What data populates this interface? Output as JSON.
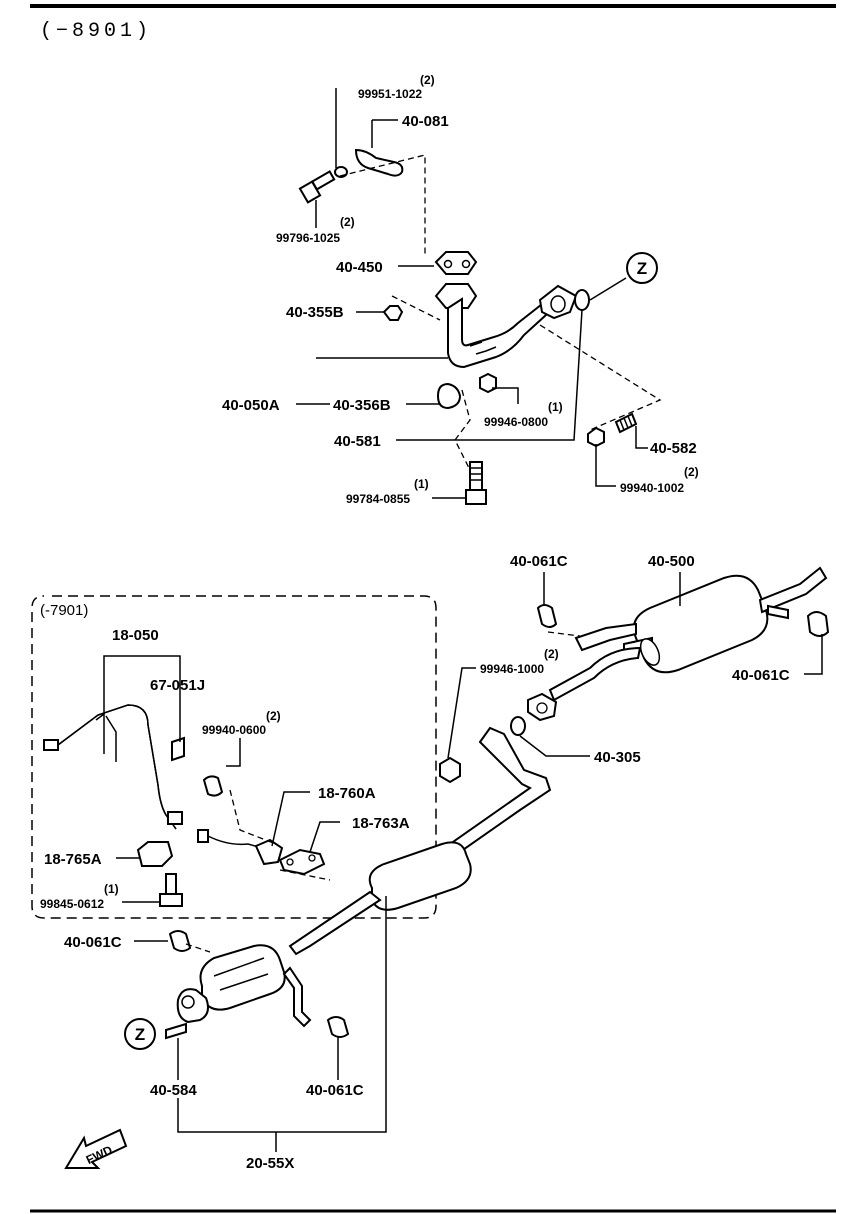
{
  "header": "(−8901)",
  "upper_group": {
    "labels": {
      "p40081": "40-081",
      "p99951": "99951-1022",
      "p99951_qty": "(2)",
      "p99796": "99796-1025",
      "p99796_qty": "(2)",
      "p40450": "40-450",
      "p40355b": "40-355B",
      "p40050a": "40-050A",
      "p40356b": "40-356B",
      "p40581": "40-581",
      "p99946_0800": "99946-0800",
      "p99946_0800_qty": "(1)",
      "p40582": "40-582",
      "p99940_1002": "99940-1002",
      "p99940_1002_qty": "(2)",
      "p99784": "99784-0855",
      "p99784_qty": "(1)",
      "z_marker": "Z"
    }
  },
  "inset_group": {
    "title": "(-7901)",
    "labels": {
      "p18050": "18-050",
      "p67051j": "67-051J",
      "p99940_0600": "99940-0600",
      "p99940_0600_qty": "(2)",
      "p18760a": "18-760A",
      "p18763a": "18-763A",
      "p18765a": "18-765A",
      "p99845": "99845-0612",
      "p99845_qty": "(1)"
    }
  },
  "lower_group": {
    "labels": {
      "p40061c_top": "40-061C",
      "p40500": "40-500",
      "p40061c_right": "40-061C",
      "p99946_1000": "99946-1000",
      "p99946_1000_qty": "(2)",
      "p40305": "40-305",
      "p40061c_left": "40-061C",
      "p40584": "40-584",
      "p40061c_bottom": "40-061C",
      "p2055x": "20-55X",
      "z_marker": "Z",
      "fwd": "FWD"
    }
  }
}
